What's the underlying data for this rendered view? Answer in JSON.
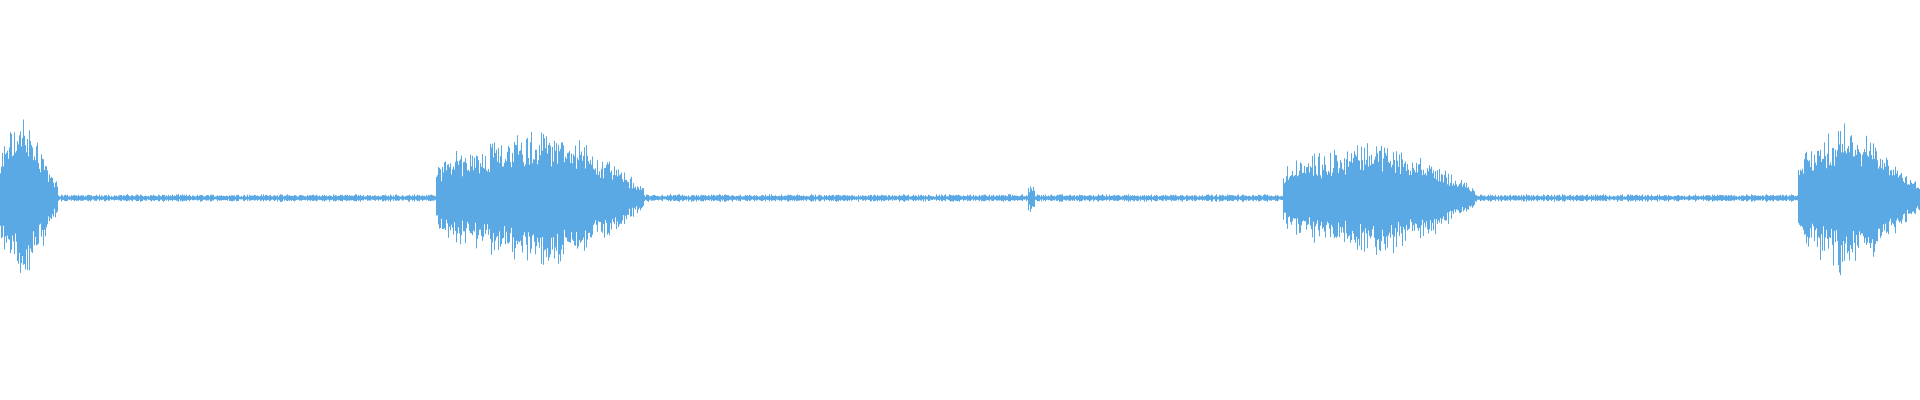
{
  "waveform": {
    "color": "#5AA9E4",
    "background": "#FFFFFF",
    "bursts": [
      {
        "name": "burst-1",
        "start": 0.0,
        "peak": 0.01,
        "end": 0.03,
        "amplitude": 0.78
      },
      {
        "name": "burst-2",
        "start": 0.227,
        "peak": 0.285,
        "end": 0.335,
        "amplitude": 0.66
      },
      {
        "name": "burst-3",
        "start": 0.668,
        "peak": 0.715,
        "end": 0.768,
        "amplitude": 0.55
      },
      {
        "name": "burst-4",
        "start": 0.936,
        "peak": 0.96,
        "end": 1.0,
        "amplitude": 0.7
      }
    ],
    "noise_floor": 0.035,
    "spikes": [
      0.537
    ]
  }
}
